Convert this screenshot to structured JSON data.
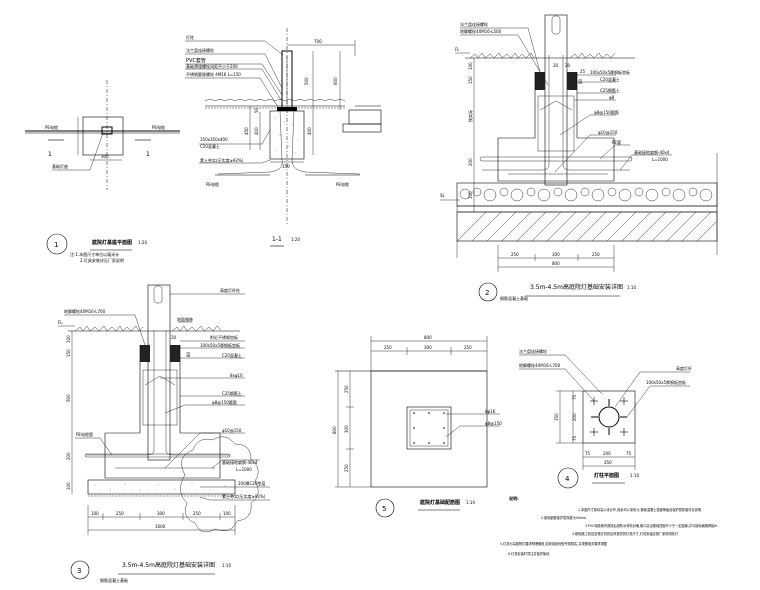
{
  "detail1": {
    "number": "1",
    "title": "庭院灯基座平面图",
    "scale": "1:20",
    "note_line1": "注:1.本图尺寸单位以毫米计",
    "note_line2": "2.灯具安装详见厂家说明",
    "cable_label_left": "PE电缆",
    "cable_label_right": "PE电缆",
    "section_mark_left": "1",
    "section_mark_right": "1",
    "dim_width": "300",
    "leader_label": "基础灯座"
  },
  "section11": {
    "title": "1-1",
    "scale": "1:20",
    "labels": [
      "灯柱",
      "法兰盘连接螺栓",
      "PVC套管",
      "基础预埋螺栓间距不小于200",
      "不锈钢膨胀螺栓 4M16 L=150",
      "350x350x400",
      "C20混凝土",
      "素土夯实(压实度≥92%)"
    ],
    "dim_top": "700",
    "dim_v1": "500",
    "dim_v2": "600",
    "dim_v3": "450",
    "dim_v4": "400",
    "dim_v5": "400",
    "dim_small": "50",
    "dim_bottom": "350",
    "cable_left": "PE电缆",
    "cable_right": "PE电缆"
  },
  "detail2": {
    "number": "2",
    "title": "3.5m-4.5m高庭院灯基础安装详图",
    "scale": "1:10",
    "sub": "钢筋混凝土基础",
    "labels": [
      "法兰盘连接螺栓",
      "地脚螺栓4XM16-L500",
      "100x50x5厚钢板垫板",
      "C20混凝土",
      "C25钢筋土",
      "φ8",
      "φ8@150箍筋",
      "φ10@150",
      "PE管",
      "基础接地扁钢-40x4",
      "L=1000"
    ],
    "fl": "FL",
    "sl": "SL",
    "dims_v": [
      "100",
      "150",
      "按实际",
      "200",
      "100"
    ],
    "dims_small": [
      "20",
      "20",
      "25",
      "80"
    ],
    "dims_bottom": [
      "250",
      "300",
      "250"
    ],
    "dim_total": "800"
  },
  "detail3": {
    "number": "3",
    "title": "3.5m-4.5m高庭院灯基础安装详图",
    "scale": "1:10",
    "sub": "钢筋混凝土基础",
    "labels": [
      "高度灯杆柱",
      "地脚螺栓4XM16-L700",
      "地面铺装",
      "附近不锈钢垫板",
      "100x50x5厚钢板垫板",
      "C20混凝土",
      "8xφ16",
      "C25钢筋土",
      "φ8@150箍筋",
      "φ10@150",
      "PE电缆管",
      "基础接地扁钢-40x4",
      "L=1000",
      "100厚C20垫层",
      "素土夯实(压实度≥92%)"
    ],
    "fl": "FL",
    "dims_v": [
      "100",
      "150",
      "500",
      "200",
      "100"
    ],
    "dims_small": [
      "20",
      "80"
    ],
    "dims_bottom": [
      "100",
      "250",
      "300",
      "250",
      "100"
    ],
    "dim_total": "1000"
  },
  "detail4": {
    "number": "4",
    "title": "灯柱平面图",
    "scale": "1:10",
    "labels": [
      "法兰盘连接螺栓",
      "地脚螺栓4XM16-L700",
      "高度灯杆",
      "100x50x5厚钢板垫板"
    ],
    "dims_v": [
      "75",
      "200",
      "75"
    ],
    "dim_v_total": "350",
    "dims_h": [
      "75",
      "200",
      "75"
    ],
    "dim_h_total": "350"
  },
  "detail5": {
    "number": "5",
    "title": "庭院灯基础配筋图",
    "scale": "1:10",
    "labels": [
      "8φ16",
      "φ8@150"
    ],
    "dims_top": [
      "250",
      "300",
      "250"
    ],
    "dim_top_total": "800",
    "dims_left": [
      "250",
      "300",
      "250"
    ],
    "dim_left_total": "800"
  },
  "notes": {
    "heading": "说明:",
    "lines": [
      "1.本图尺寸除标高以米计外,其余均以毫米计,基础混凝土强度等级及保护层厚度详见说明",
      "2.基础钢筋保护层厚度为40mm",
      "3.PVC电缆管内穿线后用防水材料封堵,管口高出基础顶面不少于一定距离,并与接地扁钢焊接/h.",
      "4.基础施工前应复核灯具供应商提供的灯具尺寸,灯具安装应按厂家说明执行",
      "5.灯具为高庭院灯要求预埋螺栓,如采用其他型号需核实,并按照相关要求调整",
      "6.灯具安装时须注意保护接地"
    ]
  }
}
